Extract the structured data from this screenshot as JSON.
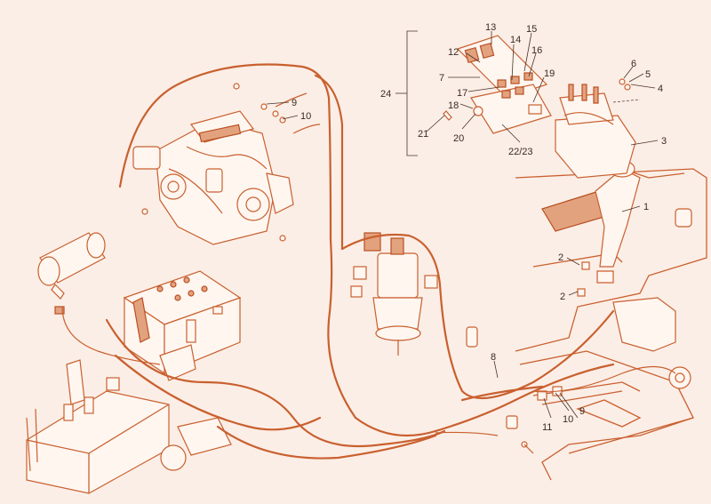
{
  "callouts": {
    "c1": "1",
    "c2a": "2",
    "c2b": "2",
    "c3": "3",
    "c4": "4",
    "c5": "5",
    "c6": "6",
    "c7": "7",
    "c8": "8",
    "c9a": "9",
    "c9b": "9",
    "c10a": "10",
    "c10b": "10",
    "c11": "11",
    "c12": "12",
    "c13": "13",
    "c14": "14",
    "c15": "15",
    "c16": "16",
    "c17": "17",
    "c18": "18",
    "c19": "19",
    "c20": "20",
    "c21": "21",
    "c2223": "22/23",
    "c24": "24"
  },
  "colors": {
    "ink": "#c9602f",
    "background": "#fbeee6",
    "text": "#3a2a22"
  }
}
